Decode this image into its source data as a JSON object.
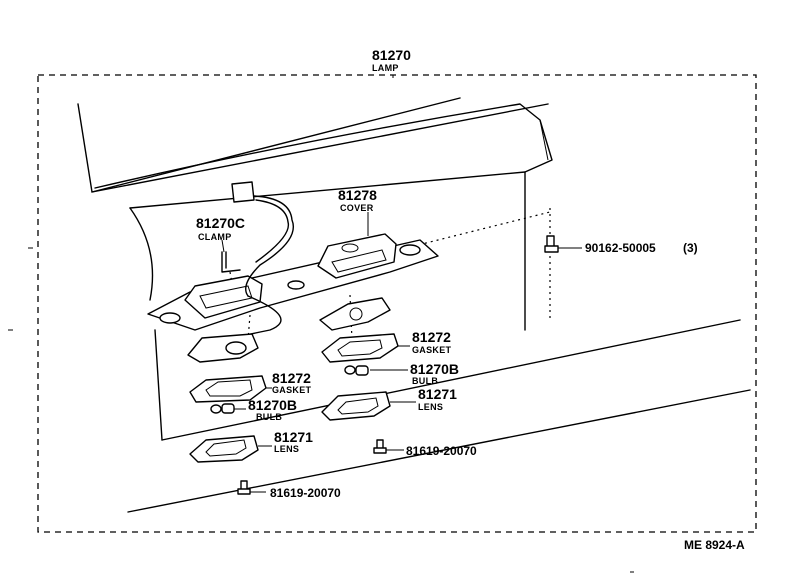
{
  "assembly": {
    "part_no": "81270",
    "name": "LAMP"
  },
  "parts": {
    "cover": {
      "part_no": "81278",
      "name": "COVER"
    },
    "clamp": {
      "part_no": "81270C",
      "name": "CLAMP"
    },
    "screw_cover": {
      "part_no": "90162-50005",
      "qty": "(3)"
    },
    "gasket_right": {
      "part_no": "81272",
      "name": "GASKET"
    },
    "gasket_left": {
      "part_no": "81272",
      "name": "GASKET"
    },
    "bulb_right": {
      "part_no": "81270B",
      "name": "BULB"
    },
    "bulb_left": {
      "part_no": "81270B",
      "name": "BULB"
    },
    "lens_right": {
      "part_no": "81271",
      "name": "LENS"
    },
    "lens_left": {
      "part_no": "81271",
      "name": "LENS"
    },
    "screw_right": {
      "part_no": "81619-20070"
    },
    "screw_left": {
      "part_no": "81619-20070"
    }
  },
  "figure_ref": "ME 8924-A"
}
